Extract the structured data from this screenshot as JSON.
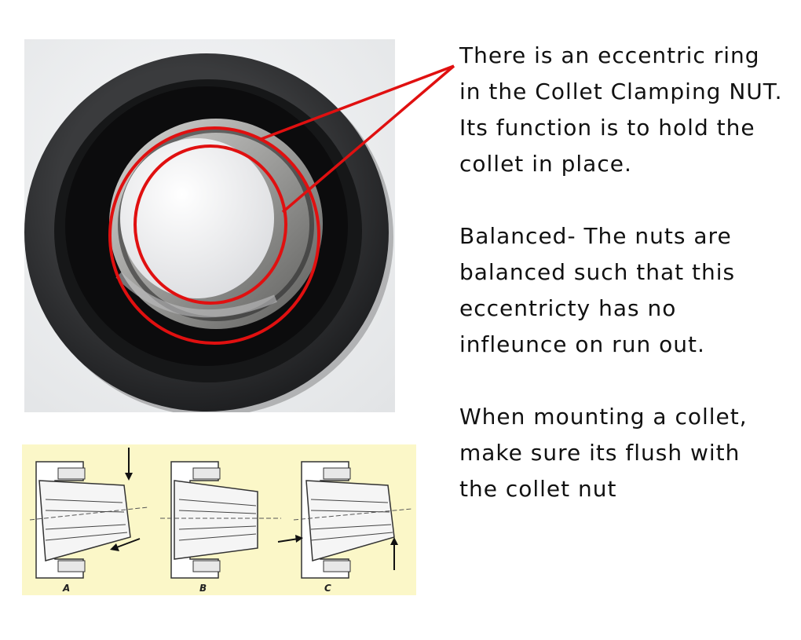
{
  "paragraphs": [
    {
      "lines": [
        "There is an eccentric ring",
        "in the Collet Clamping NUT.",
        "Its function is to hold the",
        "collet in place."
      ]
    },
    {
      "lines": [
        "Balanced- The nuts are",
        "balanced such that this",
        "eccentricty has no",
        "infleunce on run out."
      ]
    },
    {
      "lines": [
        "When mounting a collet,",
        "make sure its flush with",
        "the collet nut"
      ]
    }
  ],
  "diagram_labels": [
    "A",
    "B",
    "C"
  ],
  "colors": {
    "callout": "#e01010",
    "diagram_bg": "#fbf7c8",
    "nut_dark": "#2b2b2b"
  }
}
